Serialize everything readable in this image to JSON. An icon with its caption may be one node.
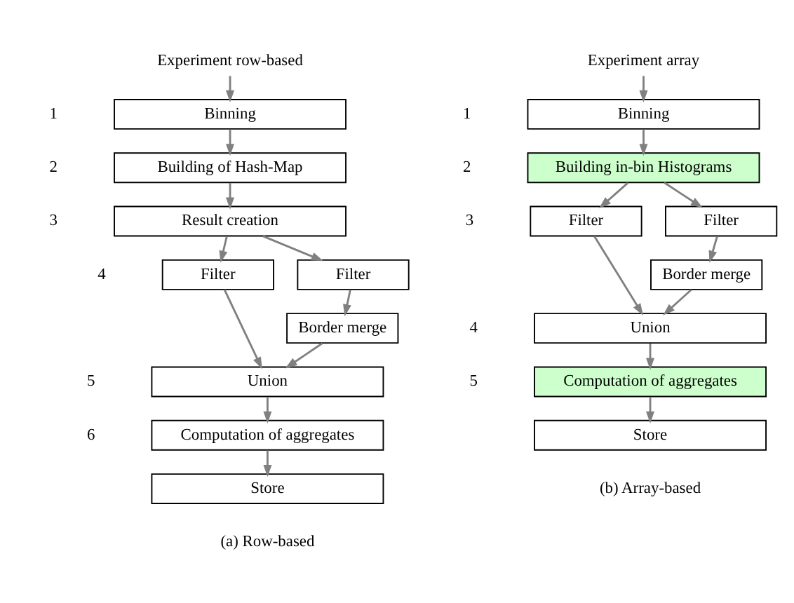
{
  "diagram": {
    "nodes": [
      {
        "text": [
          "Experiment row-based"
        ]
      },
      {
        "text": [
          "Binning"
        ]
      },
      {
        "text": [
          "Building of Hash-Map"
        ]
      },
      {
        "text": [
          "Result creation"
        ]
      },
      {
        "text": [
          "Filter"
        ]
      },
      {
        "text": [
          "Filter"
        ]
      },
      {
        "text": [
          "Border merge"
        ]
      },
      {
        "text": [
          "Union"
        ]
      },
      {
        "text": [
          "Computation of aggregates"
        ]
      },
      {
        "text": [
          "Store"
        ]
      },
      {
        "text": [
          "Experiment array"
        ]
      },
      {
        "text": [
          "Binning"
        ]
      },
      {
        "text": [
          "Building in-bin Histograms"
        ]
      },
      {
        "text": [
          "Filter"
        ]
      },
      {
        "text": [
          "Filter"
        ]
      },
      {
        "text": [
          "Border merge"
        ]
      },
      {
        "text": [
          "Union"
        ]
      },
      {
        "text": [
          "Computation of aggregates"
        ]
      },
      {
        "text": [
          "Store"
        ]
      }
    ],
    "edges": [
      {
        "from": 0,
        "to": 1,
        "arrow": "to"
      },
      {
        "from": 1,
        "to": 2,
        "arrow": "to"
      },
      {
        "from": 2,
        "to": 3,
        "arrow": "to"
      },
      {
        "from": 3,
        "to": 4,
        "arrow": "to"
      },
      {
        "from": 3,
        "to": 5,
        "arrow": "to"
      },
      {
        "from": 5,
        "to": 6,
        "arrow": "to"
      },
      {
        "from": 4,
        "to": 7,
        "arrow": "to"
      },
      {
        "from": 6,
        "to": 7,
        "arrow": "to"
      },
      {
        "from": 7,
        "to": 8,
        "arrow": "to"
      },
      {
        "from": 8,
        "to": 9,
        "arrow": "to"
      },
      {
        "from": 10,
        "to": 11,
        "arrow": "to"
      },
      {
        "from": 11,
        "to": 12,
        "arrow": "to"
      },
      {
        "from": 12,
        "to": 13,
        "arrow": "to"
      },
      {
        "from": 12,
        "to": 14,
        "arrow": "to"
      },
      {
        "from": 14,
        "to": 15,
        "arrow": "to"
      },
      {
        "from": 13,
        "to": 16,
        "arrow": "to"
      },
      {
        "from": 15,
        "to": 16,
        "arrow": "to"
      },
      {
        "from": 16,
        "to": 17,
        "arrow": "to"
      },
      {
        "from": 17,
        "to": 18,
        "arrow": "to"
      }
    ],
    "labels": [
      "1",
      "2",
      "3",
      "4",
      "5",
      "6",
      "1",
      "2",
      "3",
      "4",
      "5",
      "(a) Row-based",
      "(b) Array-based"
    ]
  }
}
